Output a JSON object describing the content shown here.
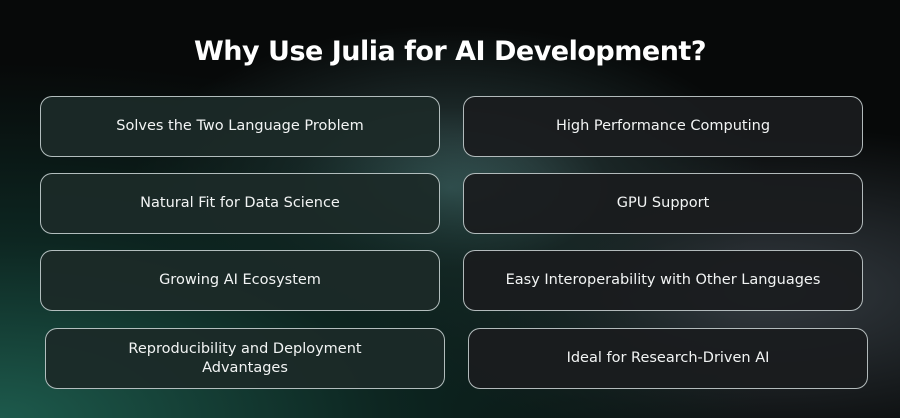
{
  "title": "Why Use Julia for AI Development?",
  "cards": [
    "Solves the Two Language Problem",
    "High Performance Computing",
    "Natural Fit for Data Science",
    "GPU Support",
    "Growing AI Ecosystem",
    "Easy Interoperability with Other Languages",
    "Reproducibility and Deployment Advantages",
    "Ideal for Research-Driven AI"
  ]
}
